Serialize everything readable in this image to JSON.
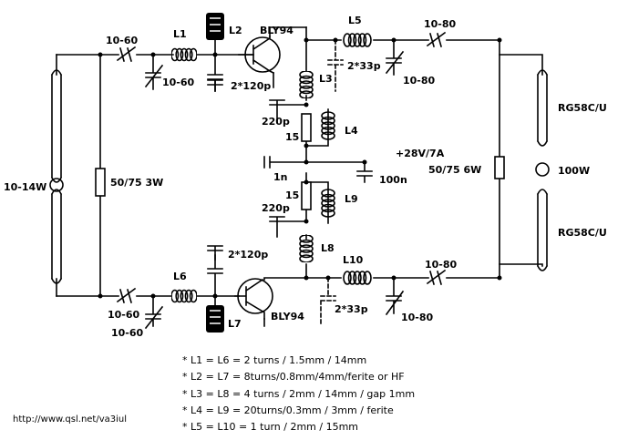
{
  "labels": {
    "c_in_top": "10-60",
    "l1": "L1",
    "l2": "L2",
    "bly94_top": "BLY94",
    "l5": "L5",
    "c_out_top": "10-80",
    "c_tune_top": "10-60",
    "c_2x33_top": "2*33p",
    "l3": "L3",
    "c_2x120_top": "2*120p",
    "c_tune_out_top": "10-80",
    "rg58_top": "RG58C/U",
    "c220_top": "220p",
    "r15_top": "15",
    "l4": "L4",
    "supply": "+28V/7A",
    "c1n": "1n",
    "c100n": "100n",
    "in_power": "10-14W",
    "r_in": "50/75 3W",
    "r_out": "50/75 6W",
    "out_power": "100W",
    "r15_bot": "15",
    "l9": "L9",
    "c220_bot": "220p",
    "rg58_bot": "RG58C/U",
    "c_2x120_bot": "2*120p",
    "l8": "L8",
    "l6": "L6",
    "l10": "L10",
    "c_out_bot": "10-80",
    "c_in_bot": "10-60",
    "l7": "L7",
    "bly94_bot": "BLY94",
    "c_2x33_bot": "2*33p",
    "c_tune_out_bot": "10-80",
    "c_tune_bot": "10-60"
  },
  "notes": [
    "* L1 = L6 = 2 turns / 1.5mm / 14mm",
    "* L2 = L7 = 8turns/0.8mm/4mm/ferite or HF",
    "* L3 = L8 = 4 turns / 2mm / 14mm / gap 1mm",
    "* L4 = L9 = 20turns/0.3mm / 3mm / ferite",
    "* L5 = L10 = 1 turn / 2mm / 15mm"
  ],
  "url": "http://www.qsl.net/va3iul"
}
